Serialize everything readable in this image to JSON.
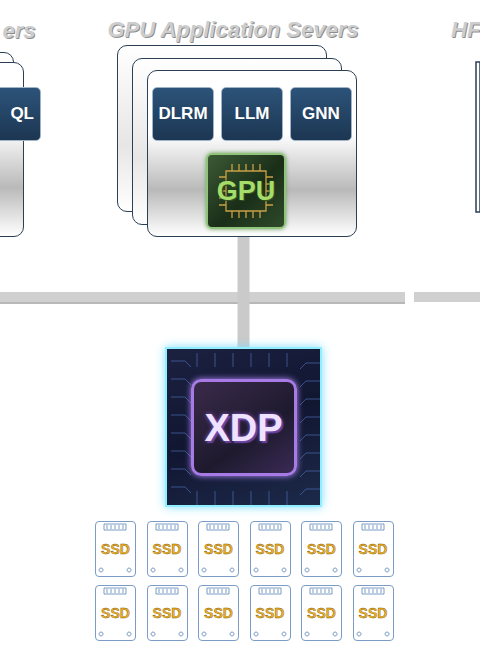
{
  "diagram": {
    "nodes": [
      {
        "text": [
          "ers"
        ]
      },
      {
        "text": [
          "QL"
        ],
        "in": 0
      },
      {
        "text": [
          "GPU Application Severs"
        ]
      },
      {
        "text": [
          "DLRM"
        ],
        "in": 2
      },
      {
        "text": [
          "LLM"
        ],
        "in": 2
      },
      {
        "text": [
          "GNN"
        ],
        "in": 2
      },
      {
        "text": [
          "GPU"
        ],
        "in": 2
      },
      {
        "text": [
          "XDP"
        ]
      },
      {
        "text": [
          "SSD"
        ]
      },
      {
        "text": [
          "SSD"
        ]
      },
      {
        "text": [
          "SSD"
        ]
      },
      {
        "text": [
          "SSD"
        ]
      },
      {
        "text": [
          "SSD"
        ]
      },
      {
        "text": [
          "SSD"
        ]
      },
      {
        "text": [
          "SSD"
        ]
      },
      {
        "text": [
          "SSD"
        ]
      },
      {
        "text": [
          "SSD"
        ]
      },
      {
        "text": [
          "SSD"
        ]
      },
      {
        "text": [
          "SSD"
        ]
      },
      {
        "text": [
          "SSD"
        ]
      }
    ],
    "edges": [
      {
        "from": 2,
        "to": 7,
        "arrow": "none"
      }
    ],
    "labels": [
      "HF"
    ]
  }
}
